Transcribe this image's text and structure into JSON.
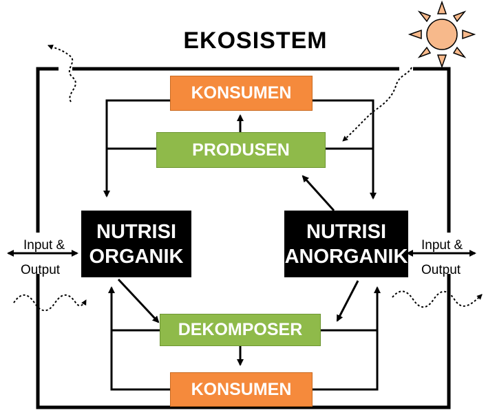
{
  "title": "EKOSISTEM",
  "boxes": {
    "konsumen_top": "KONSUMEN",
    "produsen": "PRODUSEN",
    "nutrisi_organik_line1": "NUTRISI",
    "nutrisi_organik_line2": "ORGANIK",
    "nutrisi_anorganik_line1": "NUTRISI",
    "nutrisi_anorganik_line2": "ANORGANIK",
    "dekomposer": "DEKOMPOSER",
    "konsumen_bottom": "KONSUMEN"
  },
  "io_left": {
    "line1": "Input &",
    "line2": "Output"
  },
  "io_right": {
    "line1": "Input &",
    "line2": "Output"
  },
  "colors": {
    "konsumen": "#f58a3c",
    "produsen_dekomposer": "#8fba4a",
    "nutrisi": "#000000",
    "sun": "#f7b98b"
  },
  "icons": [
    "sun-icon",
    "wavy-arrow-icon"
  ]
}
